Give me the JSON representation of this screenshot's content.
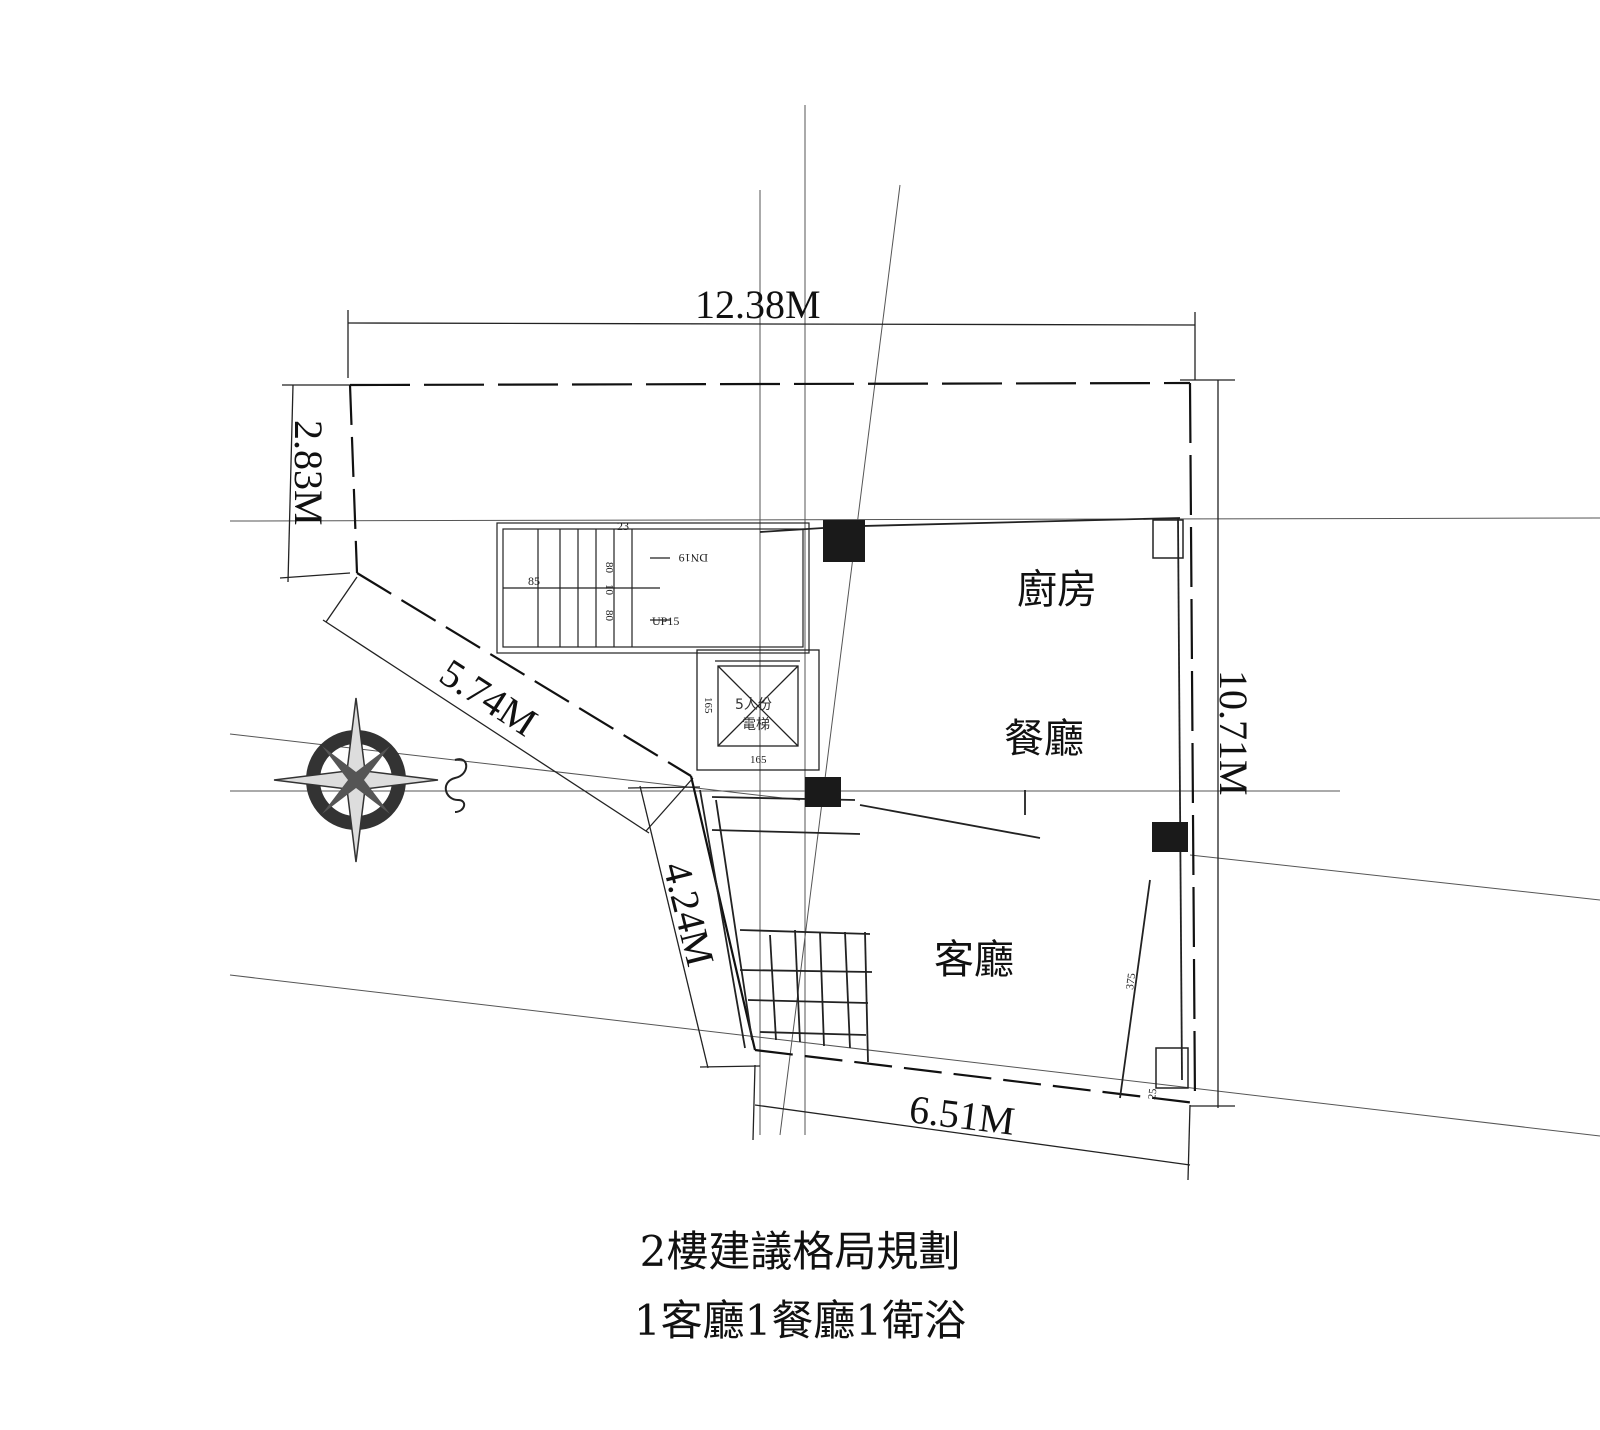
{
  "dimensions": {
    "top": "12.38M",
    "left": "2.83M",
    "diagonal": "5.74M",
    "lower_left": "4.24M",
    "right": "10.71M",
    "bottom": "6.51M"
  },
  "rooms": {
    "kitchen": "廚房",
    "dining": "餐廳",
    "living": "客廳"
  },
  "stair": {
    "dn": "DN19",
    "up": "UP15",
    "width": "85",
    "tread_top": "23",
    "seg1": "80",
    "seg2": "10",
    "seg3": "80"
  },
  "elevator": {
    "line1": "5人份",
    "line2": "電梯",
    "width": "165",
    "depth": "165"
  },
  "annotations": {
    "right_inner": "375",
    "corner": "25"
  },
  "caption": {
    "title": "2樓建議格局規劃",
    "subtitle": "1客廳1餐廳1衛浴"
  }
}
